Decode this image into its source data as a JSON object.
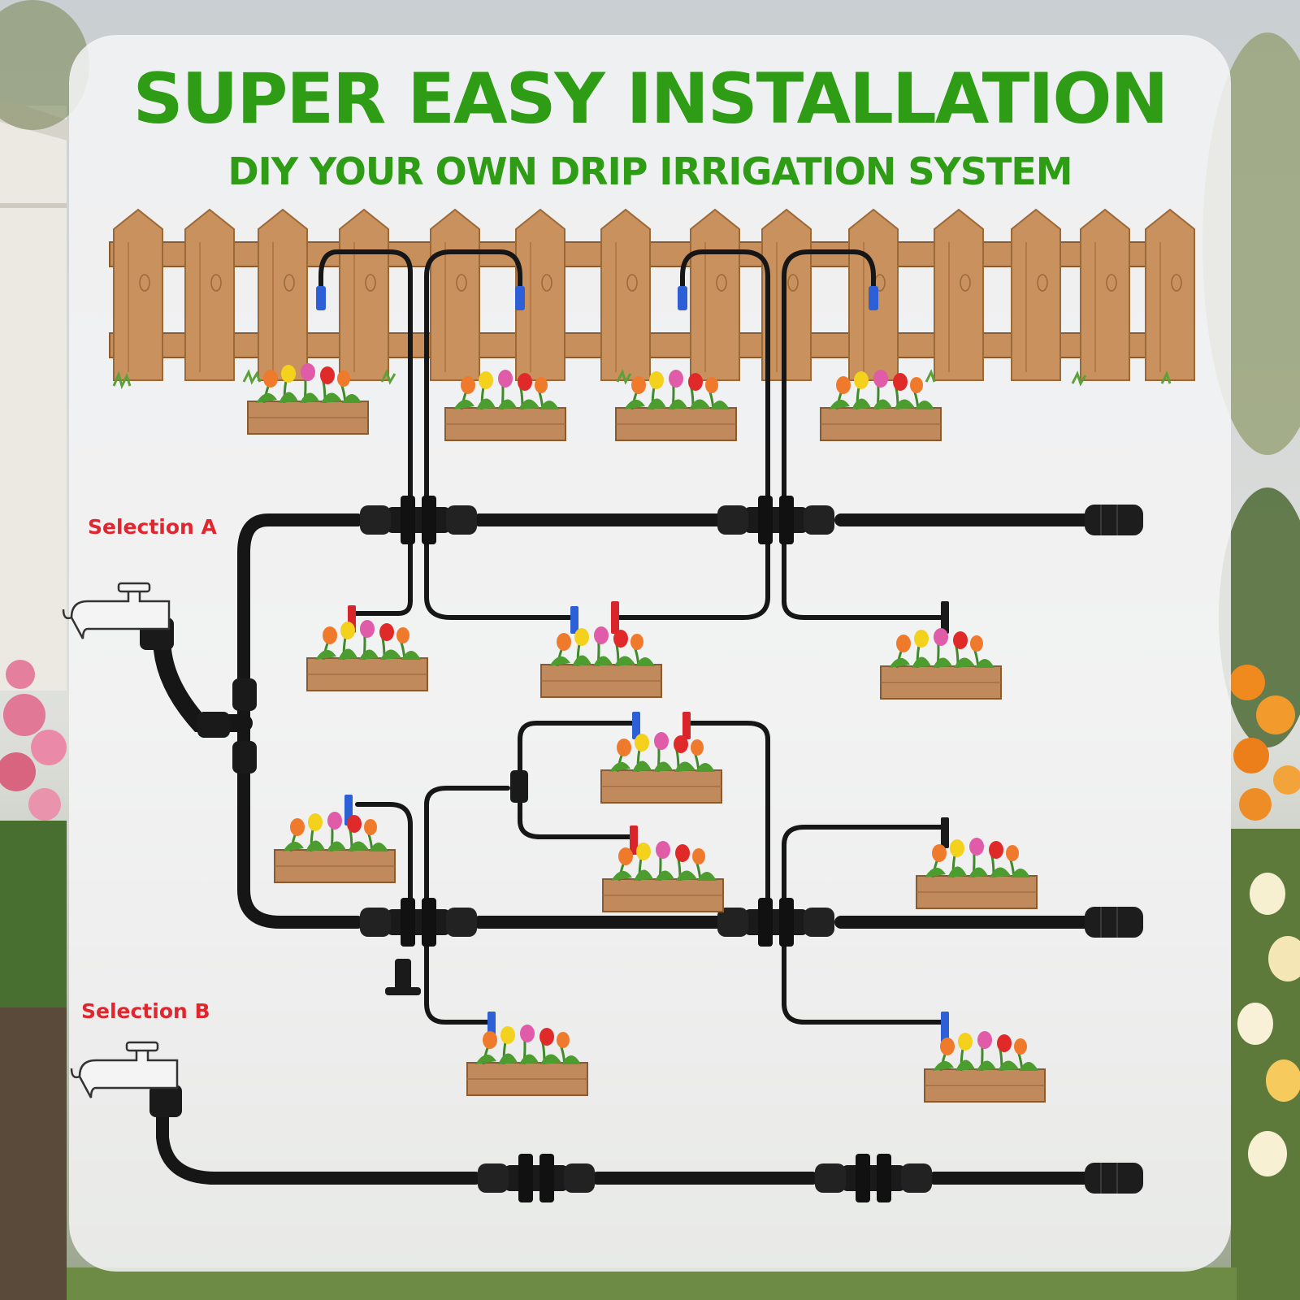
{
  "title": "SUPER EASY INSTALLATION",
  "subtitle": "DIY YOUR OWN DRIP IRRIGATION SYSTEM",
  "selection_a": "Selection A",
  "selection_b": "Selection B",
  "colors": {
    "title_green": "#2f9c16",
    "label_red": "#e0262e",
    "pipe": "#161616",
    "fence_wood": "#c8915e",
    "fence_dark": "#8a5a31",
    "planter": "#b9825a",
    "dripper_blue": "#2d5fd6",
    "dripper_red": "#d9242b"
  },
  "icons": [
    "faucet-icon",
    "fence-icon",
    "planter-icon",
    "tulip-icon",
    "connector-icon",
    "end-cap-icon",
    "dripper-icon"
  ]
}
